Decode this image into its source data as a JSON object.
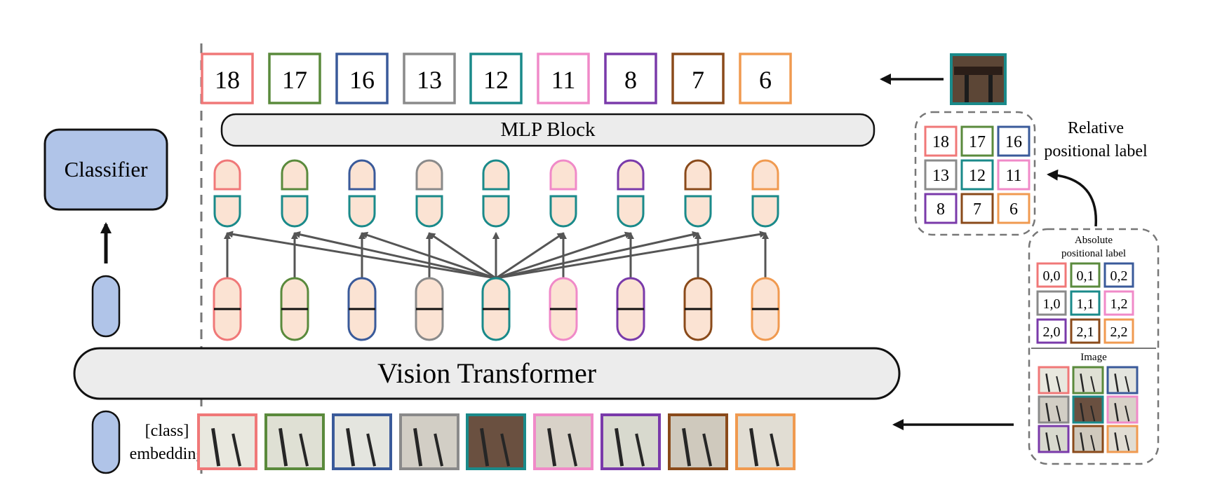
{
  "classifier_label": "Classifier",
  "mlp_label": "MLP Block",
  "vit_label": "Vision Transformer",
  "class_embedding_label_line1": "[class]",
  "class_embedding_label_line2": "embedding",
  "relative_label_line1": "Relative",
  "relative_label_line2": "positional  label",
  "absolute_label_line1": "Absolute",
  "absolute_label_line2": "positional label",
  "image_label": "Image",
  "patches": [
    {
      "rel": "18",
      "abs": "0,0",
      "color": "#f07878"
    },
    {
      "rel": "17",
      "abs": "0,1",
      "color": "#5a8a3c"
    },
    {
      "rel": "16",
      "abs": "0,2",
      "color": "#3a5a9a"
    },
    {
      "rel": "13",
      "abs": "1,0",
      "color": "#8a8a8a"
    },
    {
      "rel": "12",
      "abs": "1,1",
      "color": "#1a8a8a"
    },
    {
      "rel": "11",
      "abs": "1,2",
      "color": "#f08ac8"
    },
    {
      "rel": "8",
      "abs": "2,0",
      "color": "#7a3aaa"
    },
    {
      "rel": "7",
      "abs": "2,1",
      "color": "#8a4a1a"
    },
    {
      "rel": "6",
      "abs": "2,2",
      "color": "#f09a50"
    }
  ],
  "query_patch_index": 4,
  "colors": {
    "token_fill": "#fbe3d3",
    "class_fill": "#b0c4e8",
    "block_fill": "#ececec",
    "arrow": "#555555",
    "dashed": "#777777"
  }
}
